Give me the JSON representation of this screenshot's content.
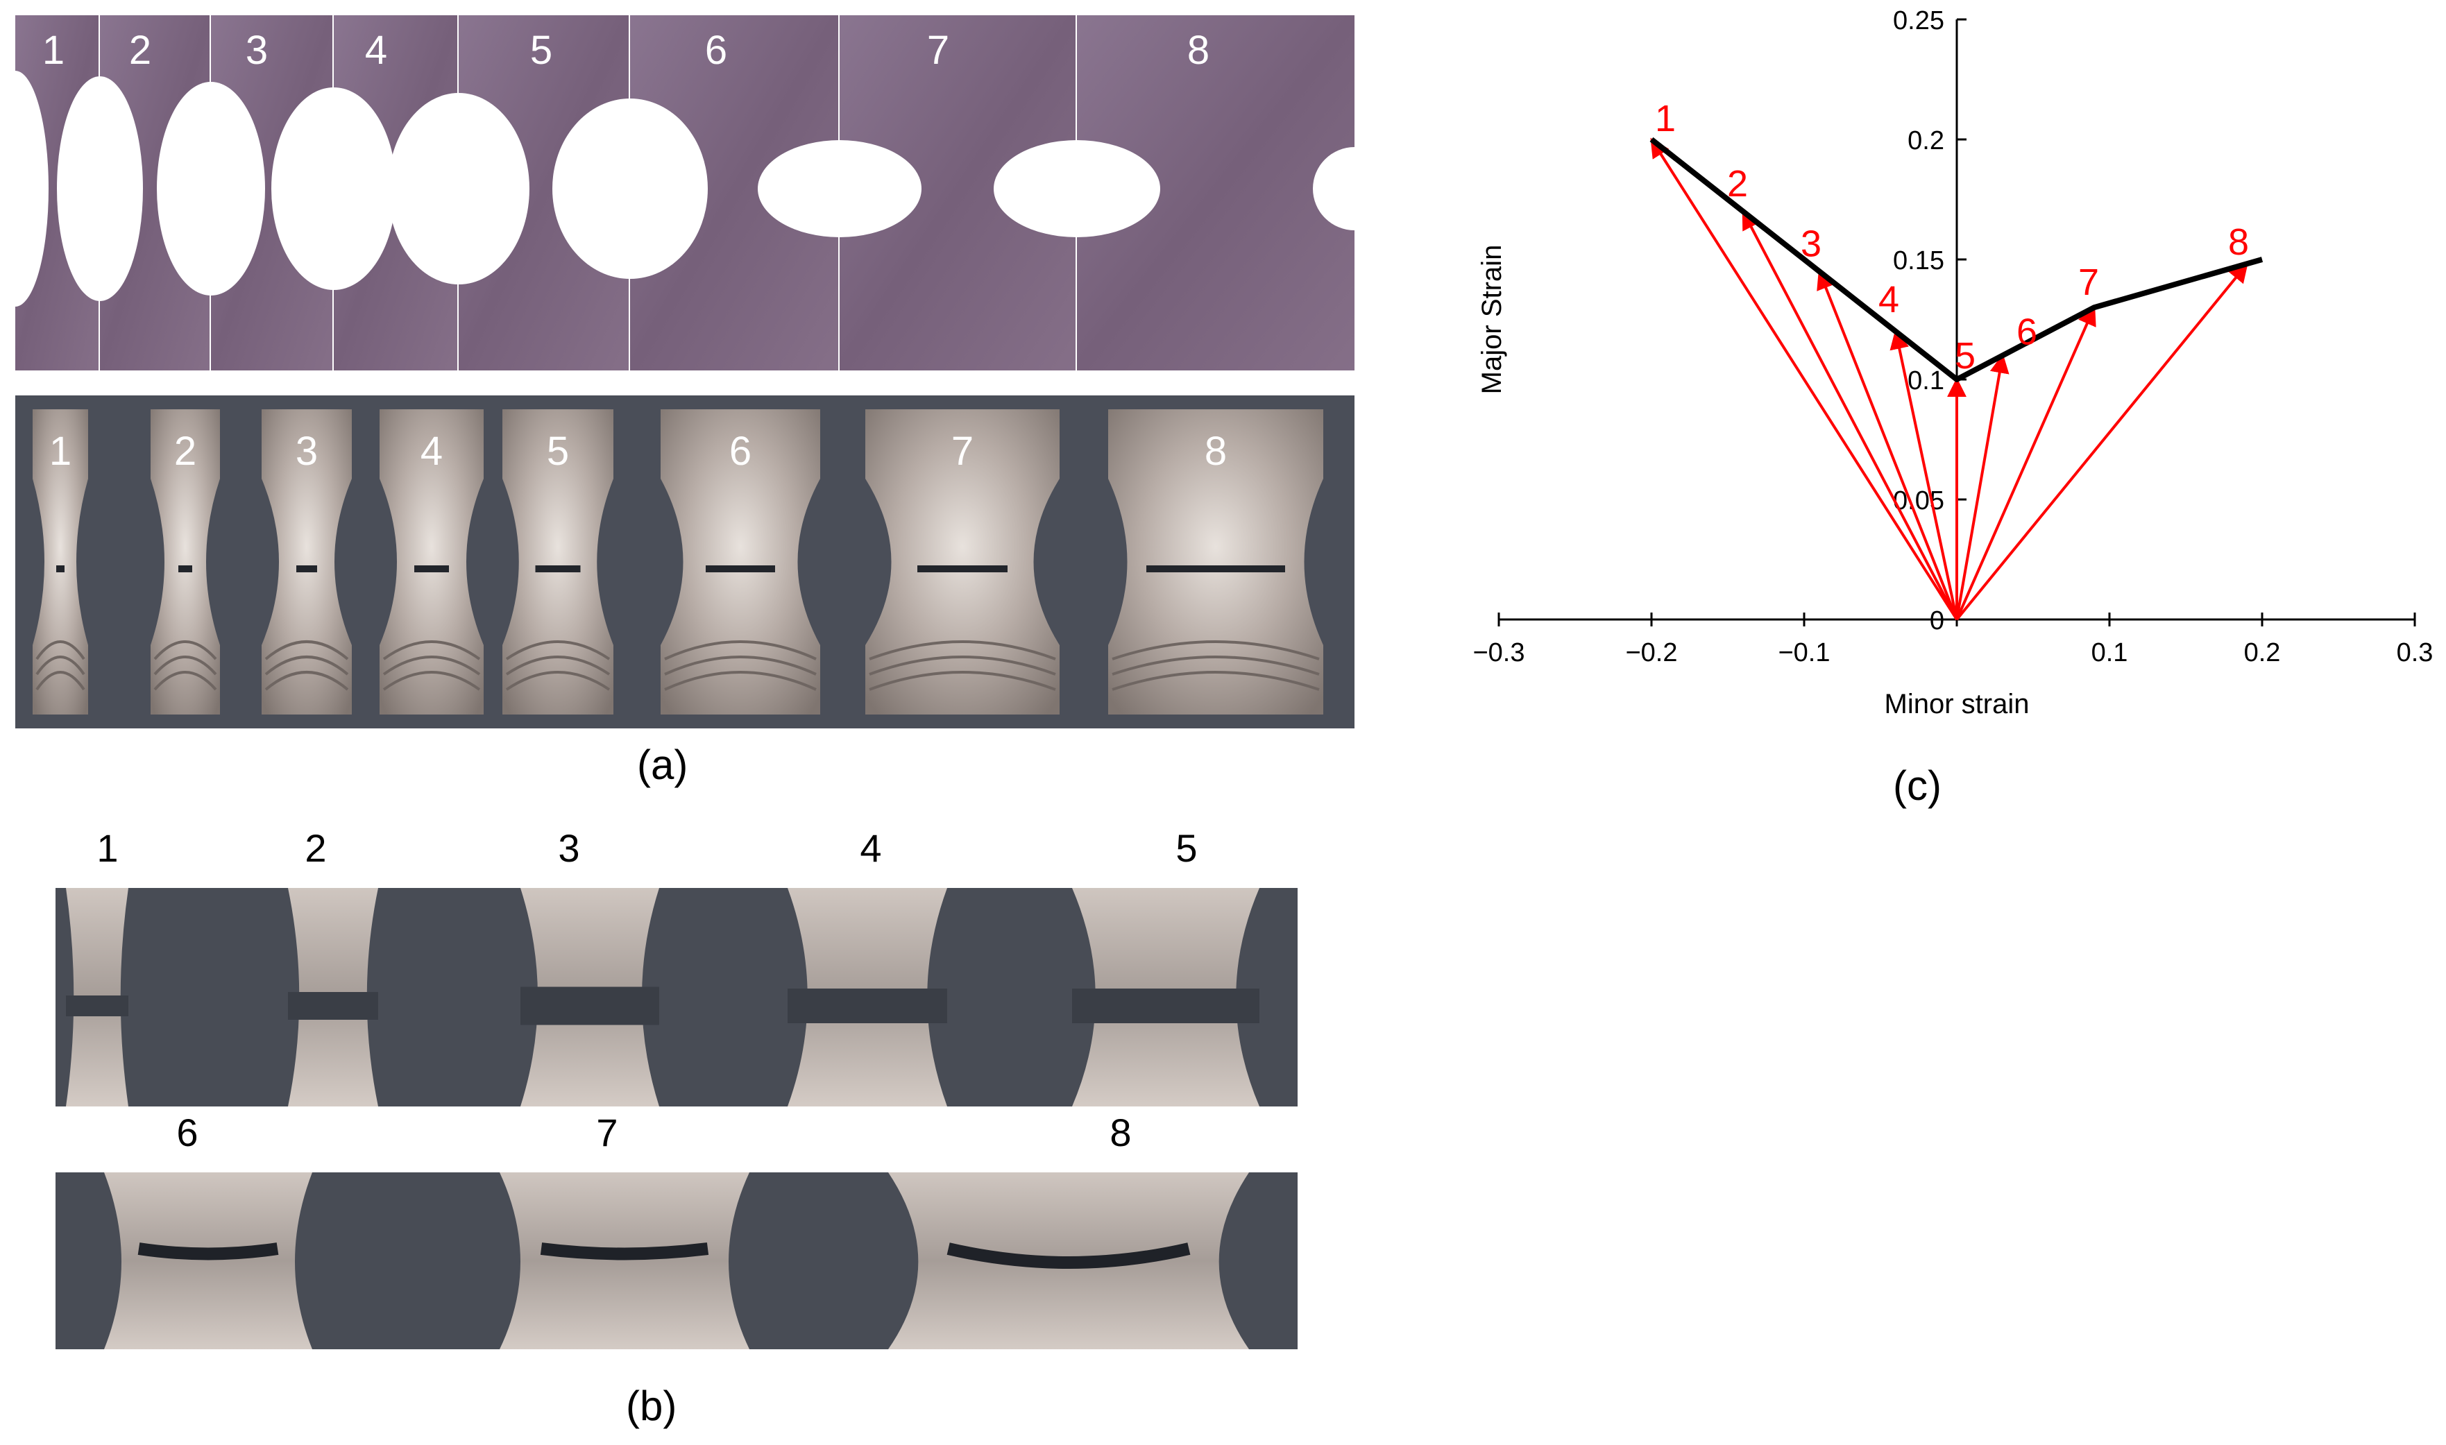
{
  "figure": {
    "captions": {
      "a": "(a)",
      "b": "(b)",
      "c": "(c)"
    },
    "panel_a": {
      "top_labels": [
        "1",
        "2",
        "3",
        "4",
        "5",
        "6",
        "7",
        "8"
      ],
      "bottom_labels": [
        "1",
        "2",
        "3",
        "4",
        "5",
        "6",
        "7",
        "8"
      ]
    },
    "panel_b": {
      "row1_labels": [
        "1",
        "2",
        "3",
        "4",
        "5"
      ],
      "row2_labels": [
        "6",
        "7",
        "8"
      ]
    }
  },
  "colors": {
    "sheet": "#7d6680",
    "plate_bg": "#4a4e58",
    "metal": "#b3aaa5",
    "vector": "#ff0000",
    "curve": "#000000"
  },
  "chart_data": {
    "type": "line",
    "xlabel": "Minor strain",
    "ylabel": "Major Strain",
    "xlim": [
      -0.3,
      0.3
    ],
    "ylim": [
      0,
      0.25
    ],
    "x_ticks": [
      -0.3,
      -0.2,
      -0.1,
      0,
      0.1,
      0.2,
      0.3
    ],
    "x_tick_labels": [
      "−0.3",
      "−0.2",
      "−0.1",
      "0",
      "0.1",
      "0.2",
      "0.3"
    ],
    "y_ticks": [
      0,
      0.05,
      0.1,
      0.15,
      0.2,
      0.25
    ],
    "y_tick_labels": [
      "0",
      "0.05",
      "0.1",
      "0.15",
      "0.2",
      "0.25"
    ],
    "curve": {
      "x": [
        -0.2,
        -0.14,
        -0.09,
        -0.04,
        0,
        0.03,
        0.09,
        0.2
      ],
      "y": [
        0.2,
        0.17,
        0.145,
        0.12,
        0.1,
        0.11,
        0.13,
        0.15
      ]
    },
    "vectors": [
      {
        "label": "1",
        "x": -0.2,
        "y": 0.2
      },
      {
        "label": "2",
        "x": -0.14,
        "y": 0.17
      },
      {
        "label": "3",
        "x": -0.09,
        "y": 0.145
      },
      {
        "label": "4",
        "x": -0.04,
        "y": 0.12
      },
      {
        "label": "5",
        "x": 0,
        "y": 0.1
      },
      {
        "label": "6",
        "x": 0.03,
        "y": 0.11
      },
      {
        "label": "7",
        "x": 0.09,
        "y": 0.13
      },
      {
        "label": "8",
        "x": 0.19,
        "y": 0.148
      }
    ]
  }
}
